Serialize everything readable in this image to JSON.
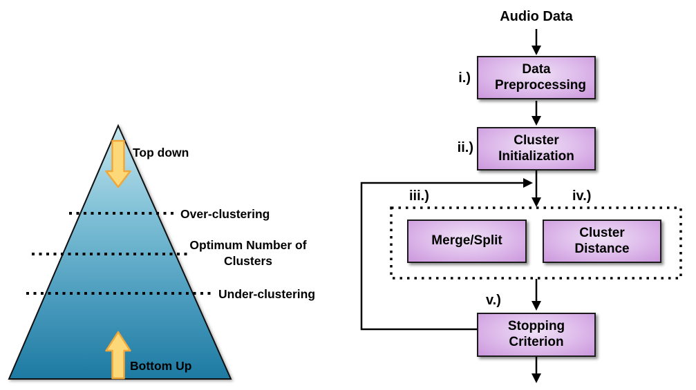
{
  "pyramid": {
    "top_arrow_label": "Top down",
    "bottom_arrow_label": "Bottom Up",
    "levels": [
      {
        "label": "Over-clustering"
      },
      {
        "label": "Optimum Number of Clusters"
      },
      {
        "label": "Under-clustering"
      }
    ]
  },
  "flowchart": {
    "input_label": "Audio Data",
    "steps": [
      {
        "numeral": "i.)",
        "label": "Data Preprocessing"
      },
      {
        "numeral": "ii.)",
        "label": "Cluster Initialization"
      },
      {
        "numeral": "iii.)",
        "label": "Merge/Split"
      },
      {
        "numeral": "iv.)",
        "label": "Cluster Distance"
      },
      {
        "numeral": "v.)",
        "label": "Stopping Criterion"
      }
    ]
  },
  "colors": {
    "pyramid_top": "#c6e6ef",
    "pyramid_mid": "#7fc0d6",
    "pyramid_bottom": "#1d7aa2",
    "arrow_fill": "#fcd879",
    "arrow_stroke": "#f0a73a",
    "box_center": "#efe0f6",
    "box_edge": "#cb97dc",
    "box_border": "#1a1a1a",
    "line_color": "#000000"
  }
}
